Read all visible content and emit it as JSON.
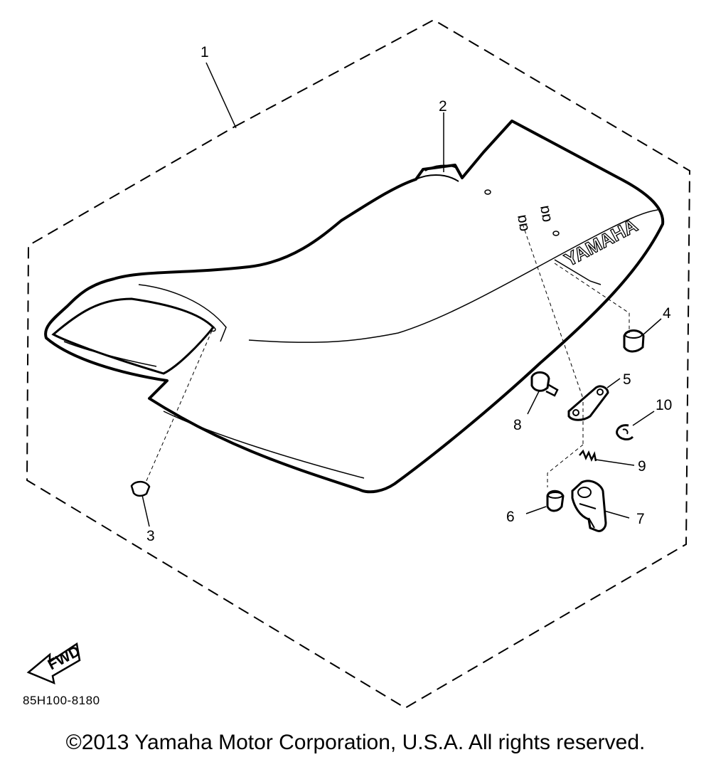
{
  "diagram": {
    "callouts": [
      "1",
      "2",
      "3",
      "4",
      "5",
      "6",
      "7",
      "8",
      "9",
      "10"
    ],
    "brand_logo_text": "YAMAHA",
    "fwd_label": "FWD",
    "drawing_code": "85H100-8180"
  },
  "footer": {
    "copyright": "©2013 Yamaha Motor Corporation, U.S.A. All rights reserved."
  }
}
